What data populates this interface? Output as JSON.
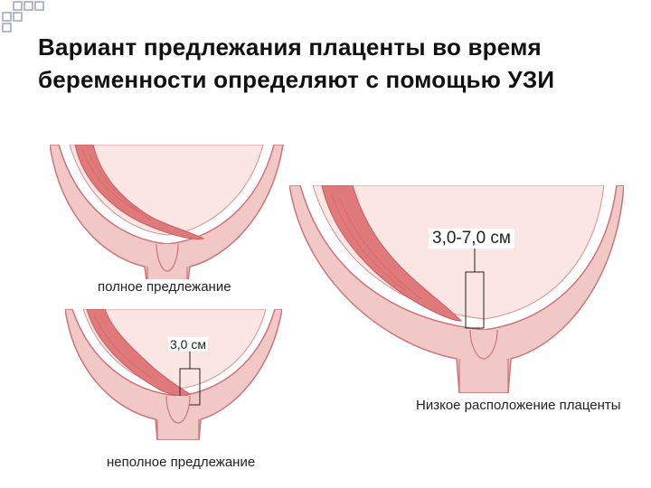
{
  "slide": {
    "title": "Вариант предлежания плаценты во время беременности определяют с помощью УЗИ"
  },
  "illustrations": {
    "full": {
      "label": "полное предлежание"
    },
    "incomplete": {
      "label": "неполное предлежание",
      "measurement": "3,0  см"
    },
    "low": {
      "label": "Низкое расположение плаценты",
      "measurement": "3,0-7,0 см"
    }
  },
  "colors": {
    "uterus_wall": "#f2c8c6",
    "uterus_outline": "#c9757a",
    "cavity": "#fbe6e3",
    "placenta": "#e07a7a",
    "placenta_dark": "#c85b5e",
    "square_outline": "#9aa6ba"
  },
  "icons": [
    "decorative-squares-icon"
  ]
}
